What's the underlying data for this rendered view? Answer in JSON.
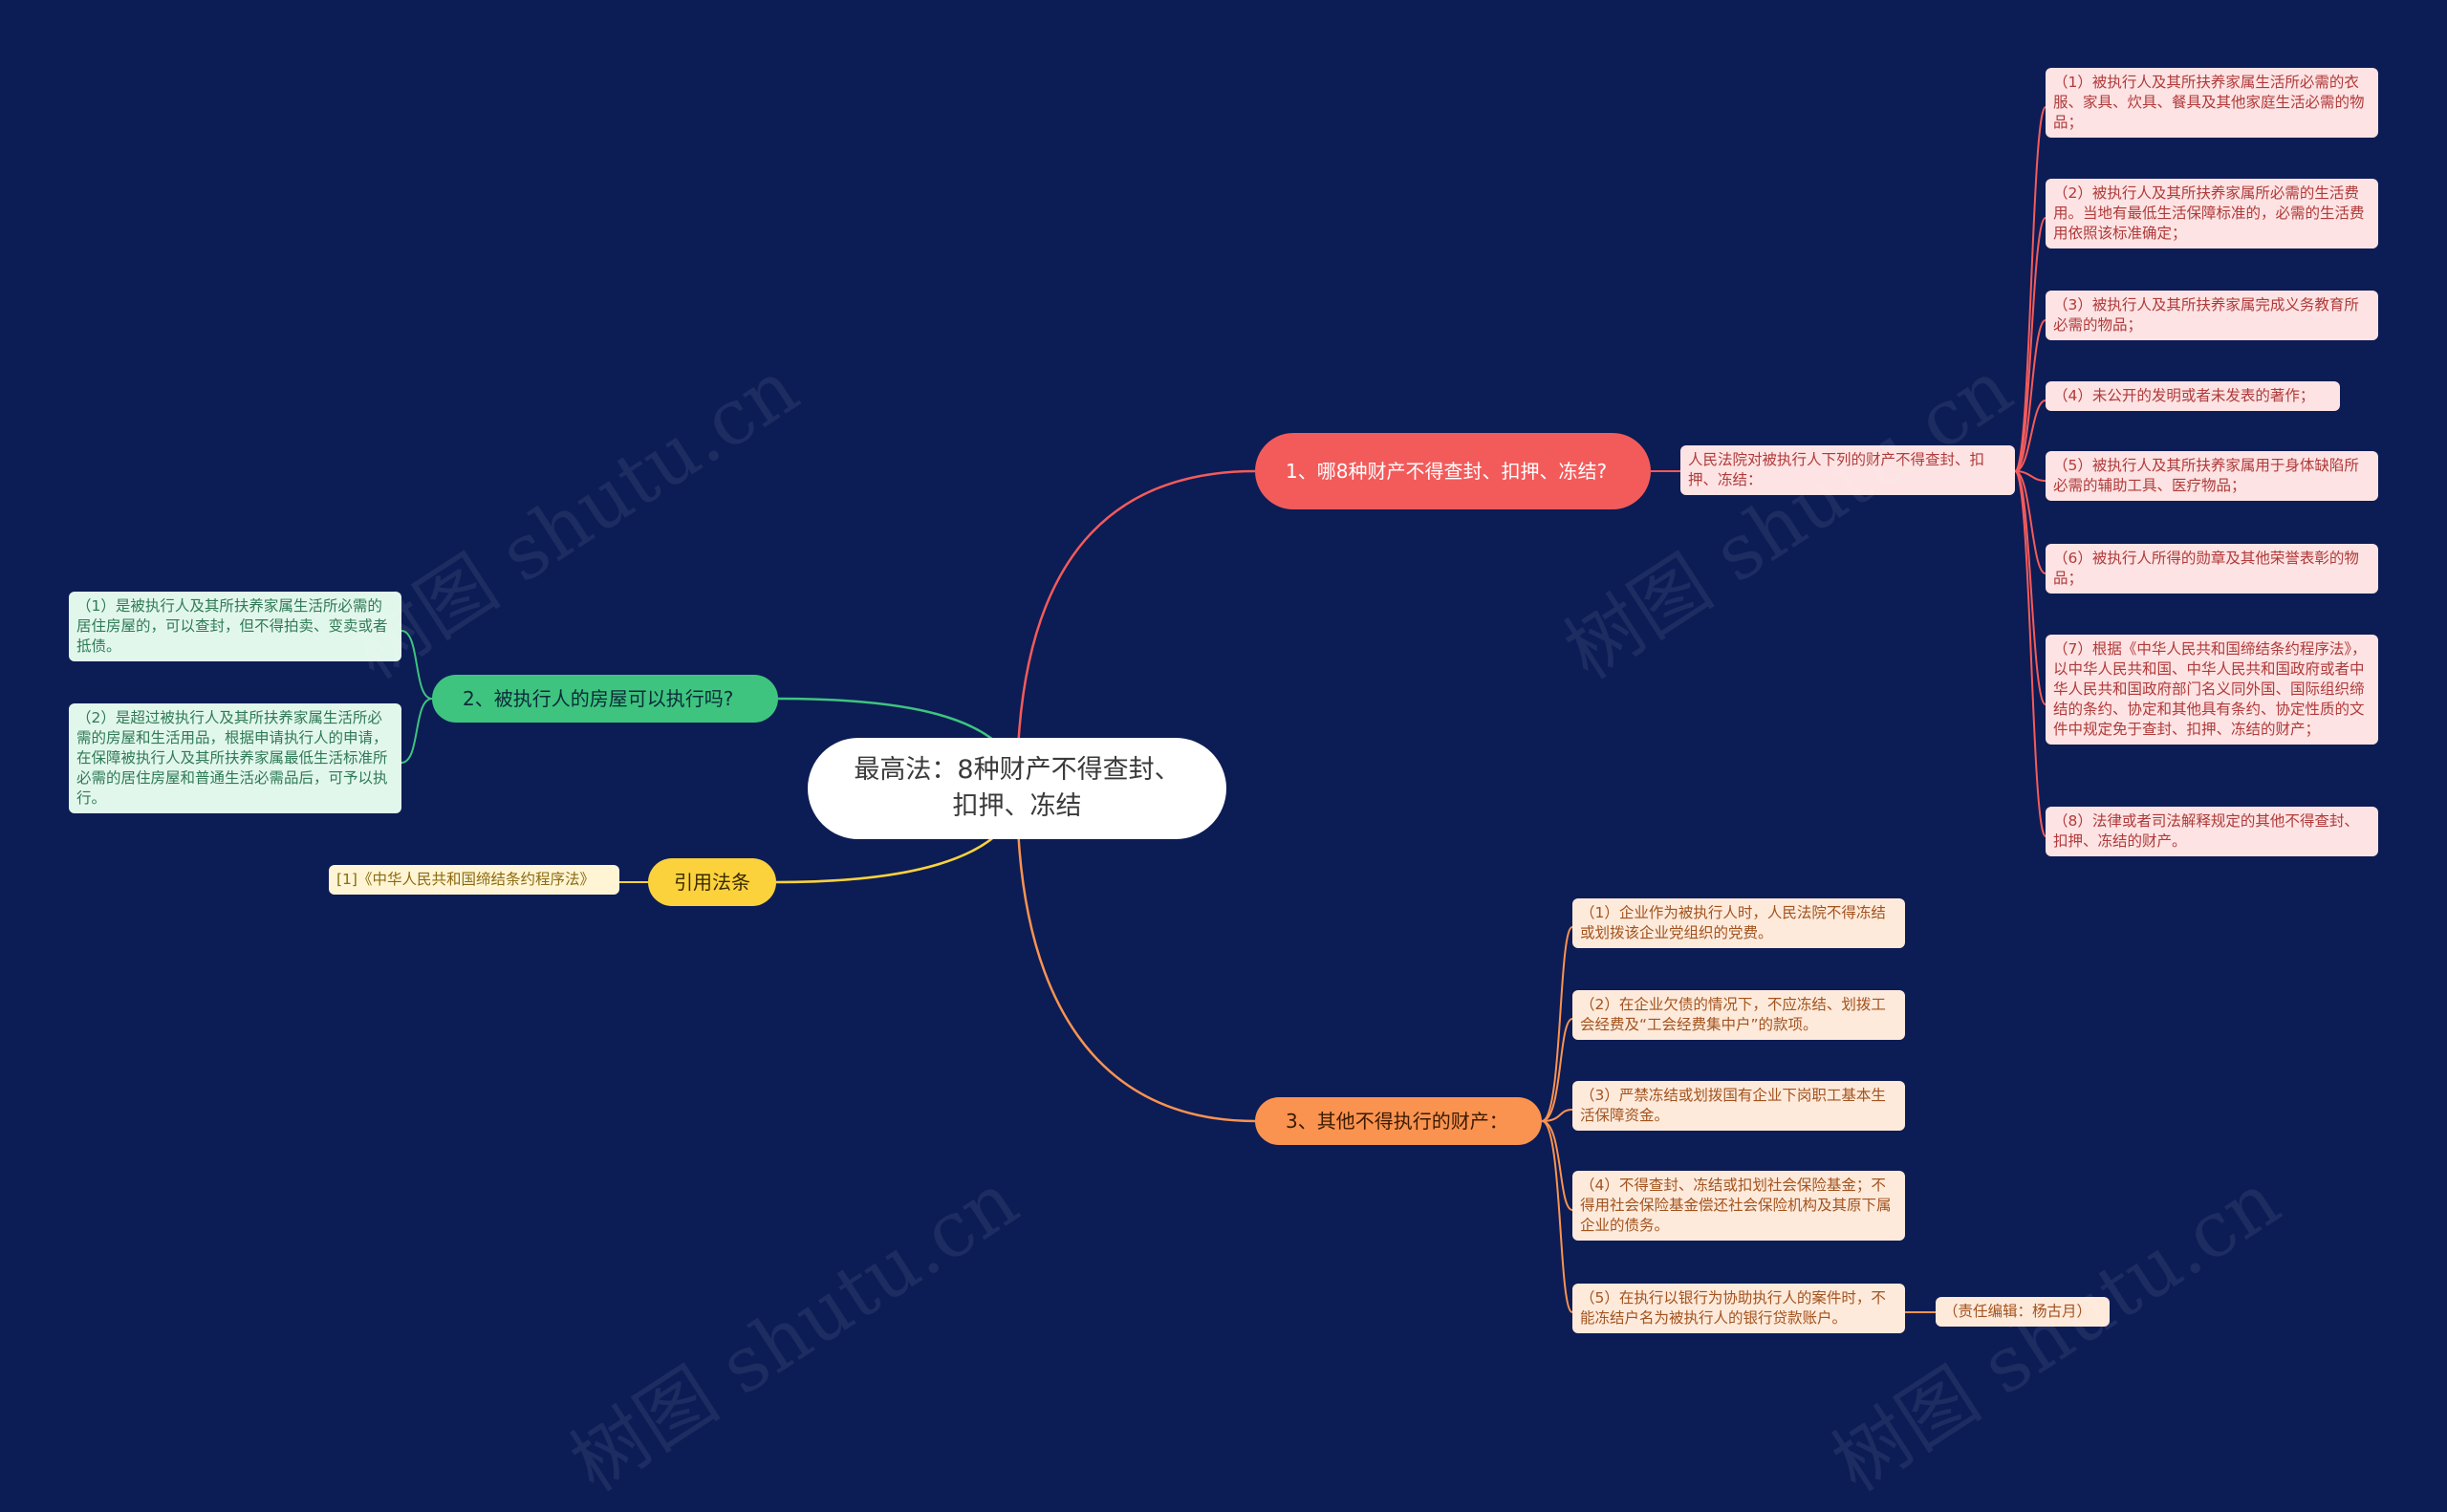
{
  "root": {
    "title": "最高法：8种财产不得查封、扣押、冻结"
  },
  "branch1": {
    "label": "1、哪8种财产不得查封、扣押、冻结?",
    "intro": "人民法院对被执行人下列的财产不得查封、扣押、冻结：",
    "items": [
      "（1）被执行人及其所扶养家属生活所必需的衣服、家具、炊具、餐具及其他家庭生活必需的物品；",
      "（2）被执行人及其所扶养家属所必需的生活费用。当地有最低生活保障标准的，必需的生活费用依照该标准确定；",
      "（3）被执行人及其所扶养家属完成义务教育所必需的物品；",
      "（4）未公开的发明或者未发表的著作；",
      "（5）被执行人及其所扶养家属用于身体缺陷所必需的辅助工具、医疗物品；",
      "（6）被执行人所得的勋章及其他荣誉表彰的物品；",
      "（7）根据《中华人民共和国缔结条约程序法》，以中华人民共和国、中华人民共和国政府或者中华人民共和国政府部门名义同外国、国际组织缔结的条约、协定和其他具有条约、协定性质的文件中规定免于查封、扣押、冻结的财产；",
      "（8）法律或者司法解释规定的其他不得查封、扣押、冻结的财产。"
    ]
  },
  "branch2": {
    "label": "2、被执行人的房屋可以执行吗?",
    "items": [
      "（1）是被执行人及其所扶养家属生活所必需的居住房屋的，可以查封，但不得拍卖、变卖或者抵债。",
      "（2）是超过被执行人及其所扶养家属生活所必需的房屋和生活用品，根据申请执行人的申请，在保障被执行人及其所扶养家属最低生活标准所必需的居住房屋和普通生活必需品后，可予以执行。"
    ]
  },
  "branch3": {
    "label": "3、其他不得执行的财产：",
    "items": [
      "（1）企业作为被执行人时，人民法院不得冻结或划拨该企业党组织的党费。",
      "（2）在企业欠债的情况下，不应冻结、划拨工会经费及“工会经费集中户”的款项。",
      "（3）严禁冻结或划拨国有企业下岗职工基本生活保障资金。",
      "（4）不得查封、冻结或扣划社会保险基金；不得用社会保险基金偿还社会保险机构及其原下属企业的债务。",
      "（5）在执行以银行为协助执行人的案件时，不能冻结户名为被执行人的银行贷款账户。"
    ],
    "editor": "（责任编辑：杨古月）"
  },
  "branch4": {
    "label": "引用法条",
    "items": [
      "[1]《中华人民共和国缔结条约程序法》"
    ]
  },
  "colors": {
    "background": "#0c1c55",
    "red": "#f35b5b",
    "green": "#3ec47f",
    "orange": "#fa9350",
    "yellow": "#fbd23c"
  },
  "watermark": "树图 shutu.cn"
}
